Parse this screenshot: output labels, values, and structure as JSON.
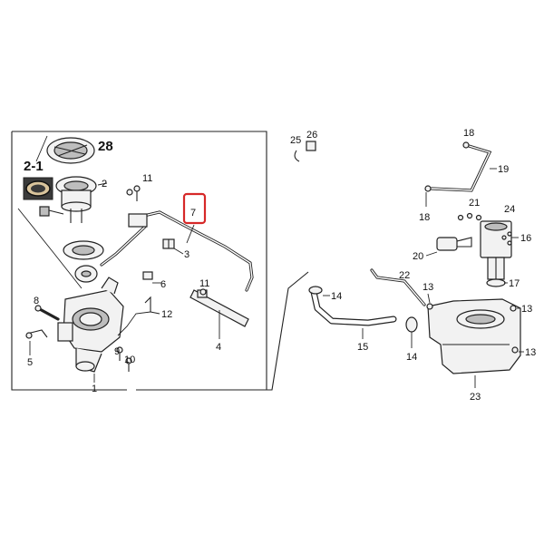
{
  "colors": {
    "highlight": "#d62828",
    "ink": "#222222"
  },
  "labels": {
    "l28": "28",
    "l2_1": "2-1",
    "l2": "2",
    "l11a": "11",
    "l7": "7",
    "l3": "3",
    "l6": "6",
    "l11b": "11",
    "l8": "8",
    "l12": "12",
    "l4": "4",
    "l5": "5",
    "l9": "9",
    "l10": "10",
    "l1": "1",
    "l25": "25",
    "l26": "26",
    "l18a": "18",
    "l19": "19",
    "l18b": "18",
    "l21": "21",
    "l24": "24",
    "l16": "16",
    "l20": "20",
    "l17": "17",
    "l22": "22",
    "l13a": "13",
    "l14a": "14",
    "l13b": "13",
    "l15": "15",
    "l14b": "14",
    "l13c": "13",
    "l23": "23"
  }
}
